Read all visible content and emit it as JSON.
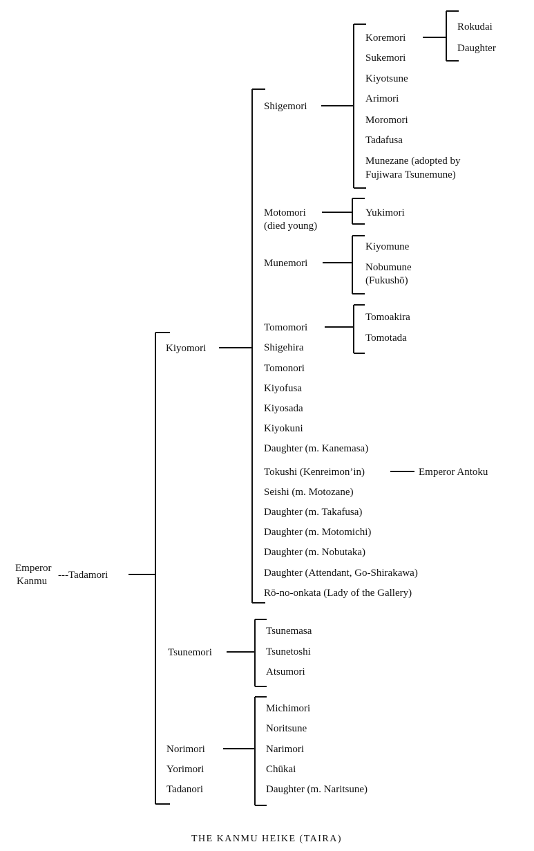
{
  "caption": "THE KANMU HEIKE (TAIRA)",
  "root": {
    "line1": "Emperor",
    "line2": "Kanmu",
    "connector": "---Tadamori"
  },
  "tadamori_children": [
    "Kiyomori",
    "Tsunemori",
    "Norimori",
    "Yorimori",
    "Tadanori"
  ],
  "kiyomori_children": [
    "Shigemori",
    "Motomori",
    "(died young)",
    "Munemori",
    "Tomomori",
    "Shigehira",
    "Tomonori",
    "Kiyofusa",
    "Kiyosada",
    "Kiyokuni",
    "Daughter (m. Kanemasa)",
    "Tokushi (Kenreimon’in)",
    "Seishi (m. Motozane)",
    "Daughter (m. Takafusa)",
    "Daughter (m. Motomichi)",
    "Daughter (m. Nobutaka)",
    "Daughter (Attendant, Go-Shirakawa)",
    "Rō-no-onkata (Lady of the Gallery)"
  ],
  "shigemori_children": [
    "Koremori",
    "Sukemori",
    "Kiyotsune",
    "Arimori",
    "Moromori",
    "Tadafusa",
    "Munezane (adopted by",
    "Fujiwara Tsunemune)"
  ],
  "koremori_children": [
    "Rokudai",
    "Daughter"
  ],
  "motomori_children": [
    "Yukimori"
  ],
  "munemori_children": [
    "Kiyomune",
    "Nobumune",
    "(Fukushō)"
  ],
  "tomomori_children": [
    "Tomoakira",
    "Tomotada"
  ],
  "tokushi_child": "Emperor Antoku",
  "tsunemori_children": [
    "Tsunemasa",
    "Tsunetoshi",
    "Atsumori"
  ],
  "norimori_children": [
    "Michimori",
    "Noritsune",
    "Narimori",
    "Chūkai",
    "Daughter (m. Naritsune)"
  ]
}
